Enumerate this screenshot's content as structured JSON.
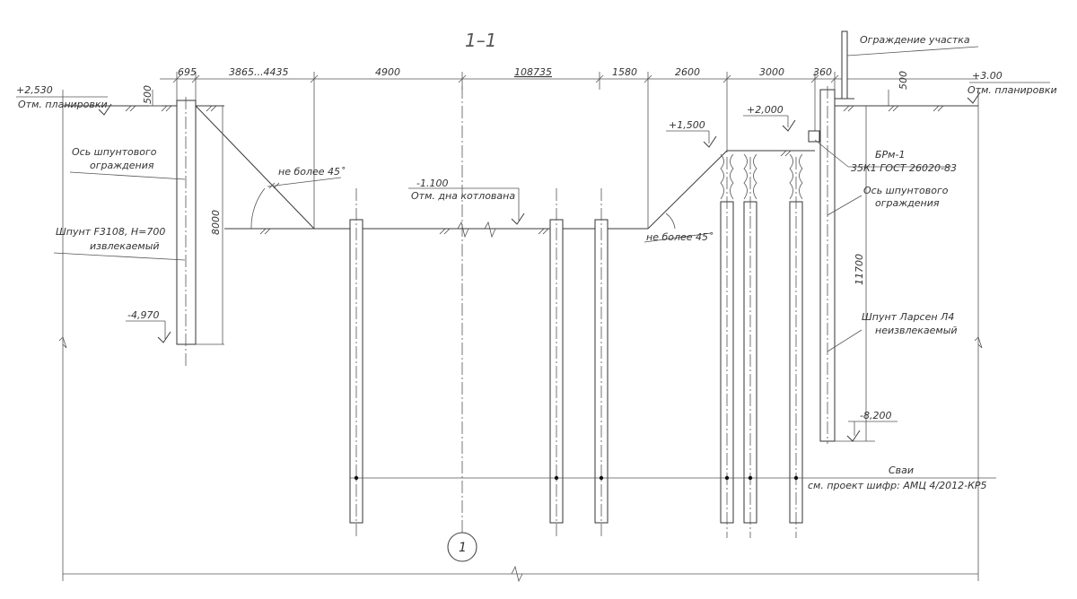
{
  "title": "1–1",
  "dimensions": {
    "top": [
      "695",
      "3865...4435",
      "4900",
      "108735",
      "1580",
      "2600",
      "3000",
      "360"
    ],
    "d500_left": "500",
    "d500_right": "500",
    "d8000": "8000",
    "d11700": "11700"
  },
  "elevations": {
    "left_ground": "+2,530",
    "left_ground_note": "Отм. планировки",
    "right_ground": "+3.00",
    "right_ground_note": "Отм. планировки",
    "pit_bottom": "-1.100",
    "pit_bottom_note": "Отм. дна котлована",
    "berm": "+1,500",
    "top_berm": "+2,000",
    "left_toe": "-4,970",
    "right_toe": "-8,200"
  },
  "notes": {
    "fence": "Ограждение участка",
    "axis_left_1": "Ось шпунтового",
    "axis_left_2": "ограждения",
    "sheet_left_1": "Шпунт F3108, H=700",
    "sheet_left_2": "извлекаемый",
    "slope_left": "не более 45˚",
    "slope_right": "не более 45˚",
    "block_1": "БРм-1",
    "block_2": "35К1 ГОСТ 26020-83",
    "axis_right_1": "Ось шпунтового",
    "axis_right_2": "ограждения",
    "sheet_right_1": "Шпунт Ларсен Л4",
    "sheet_right_2": "неизвлекаемый",
    "piles_1": "Сваи",
    "piles_2": "см. проект шифр: АМЦ 4/2012-КР5"
  },
  "axis_marker": "1"
}
